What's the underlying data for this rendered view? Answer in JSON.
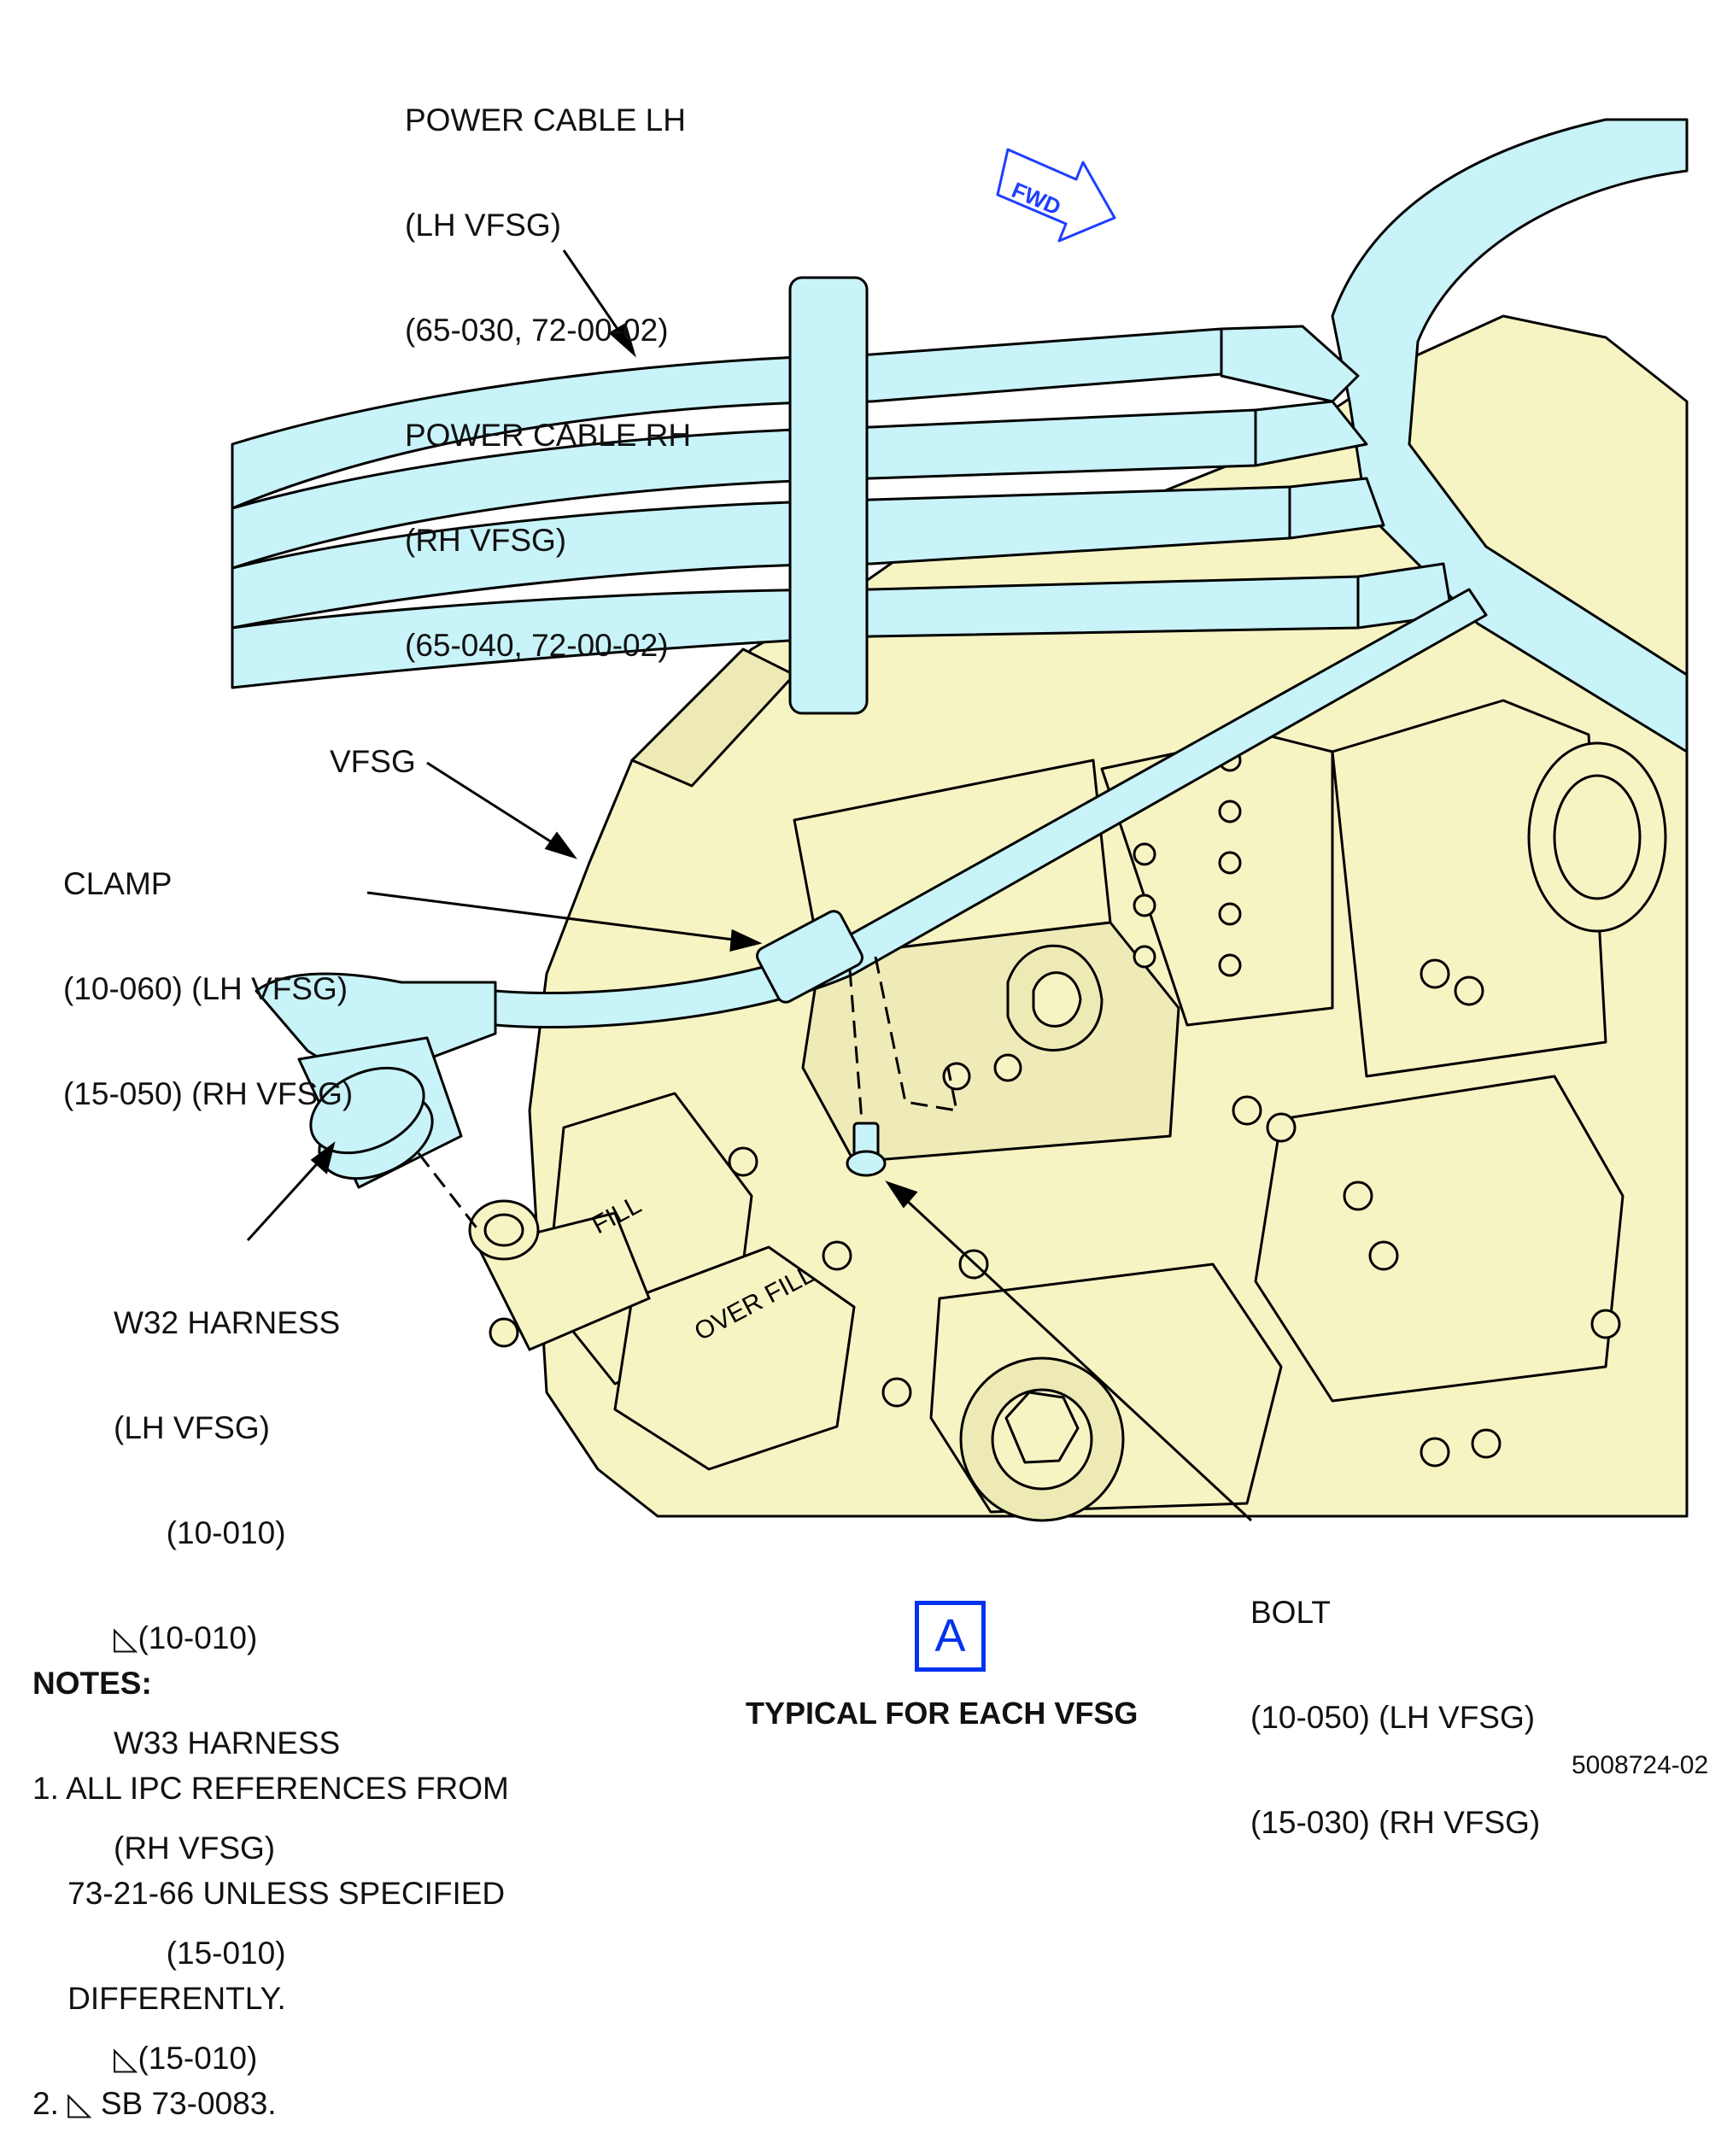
{
  "colors": {
    "gearbox": "#f7f4c4",
    "cable": "#c8f3f8",
    "outline": "#000000",
    "accent": "#1f3fff"
  },
  "fwd_label": "FWD",
  "callouts": {
    "power_cable": [
      "POWER CABLE LH",
      "(LH VFSG)",
      "(65-030, 72-00-02)",
      "POWER CABLE RH",
      "(RH VFSG)",
      "(65-040, 72-00-02)"
    ],
    "vfsg": "VFSG",
    "clamp": [
      "CLAMP",
      "(10-060) (LH VFSG)",
      "(15-050) (RH VFSG)"
    ],
    "harness": [
      "W32 HARNESS",
      "(LH VFSG)",
      "      (10-010)",
      "◺(10-010)",
      "W33 HARNESS",
      "(RH VFSG)",
      "      (15-010)",
      "◺(15-010)"
    ],
    "bolt": [
      "BOLT",
      "(10-050) (LH VFSG)",
      "(15-030) (RH VFSG)"
    ]
  },
  "part_marks": [
    "FILL",
    "OVER FILL"
  ],
  "notes": {
    "heading": "NOTES:",
    "items": [
      "1. ALL IPC REFERENCES FROM",
      "    73-21-66 UNLESS SPECIFIED",
      "    DIFFERENTLY.",
      "2. ◺ SB 73-0083."
    ]
  },
  "view_label": "A",
  "caption": "TYPICAL FOR EACH VFSG",
  "drawing_number": "5008724-02"
}
